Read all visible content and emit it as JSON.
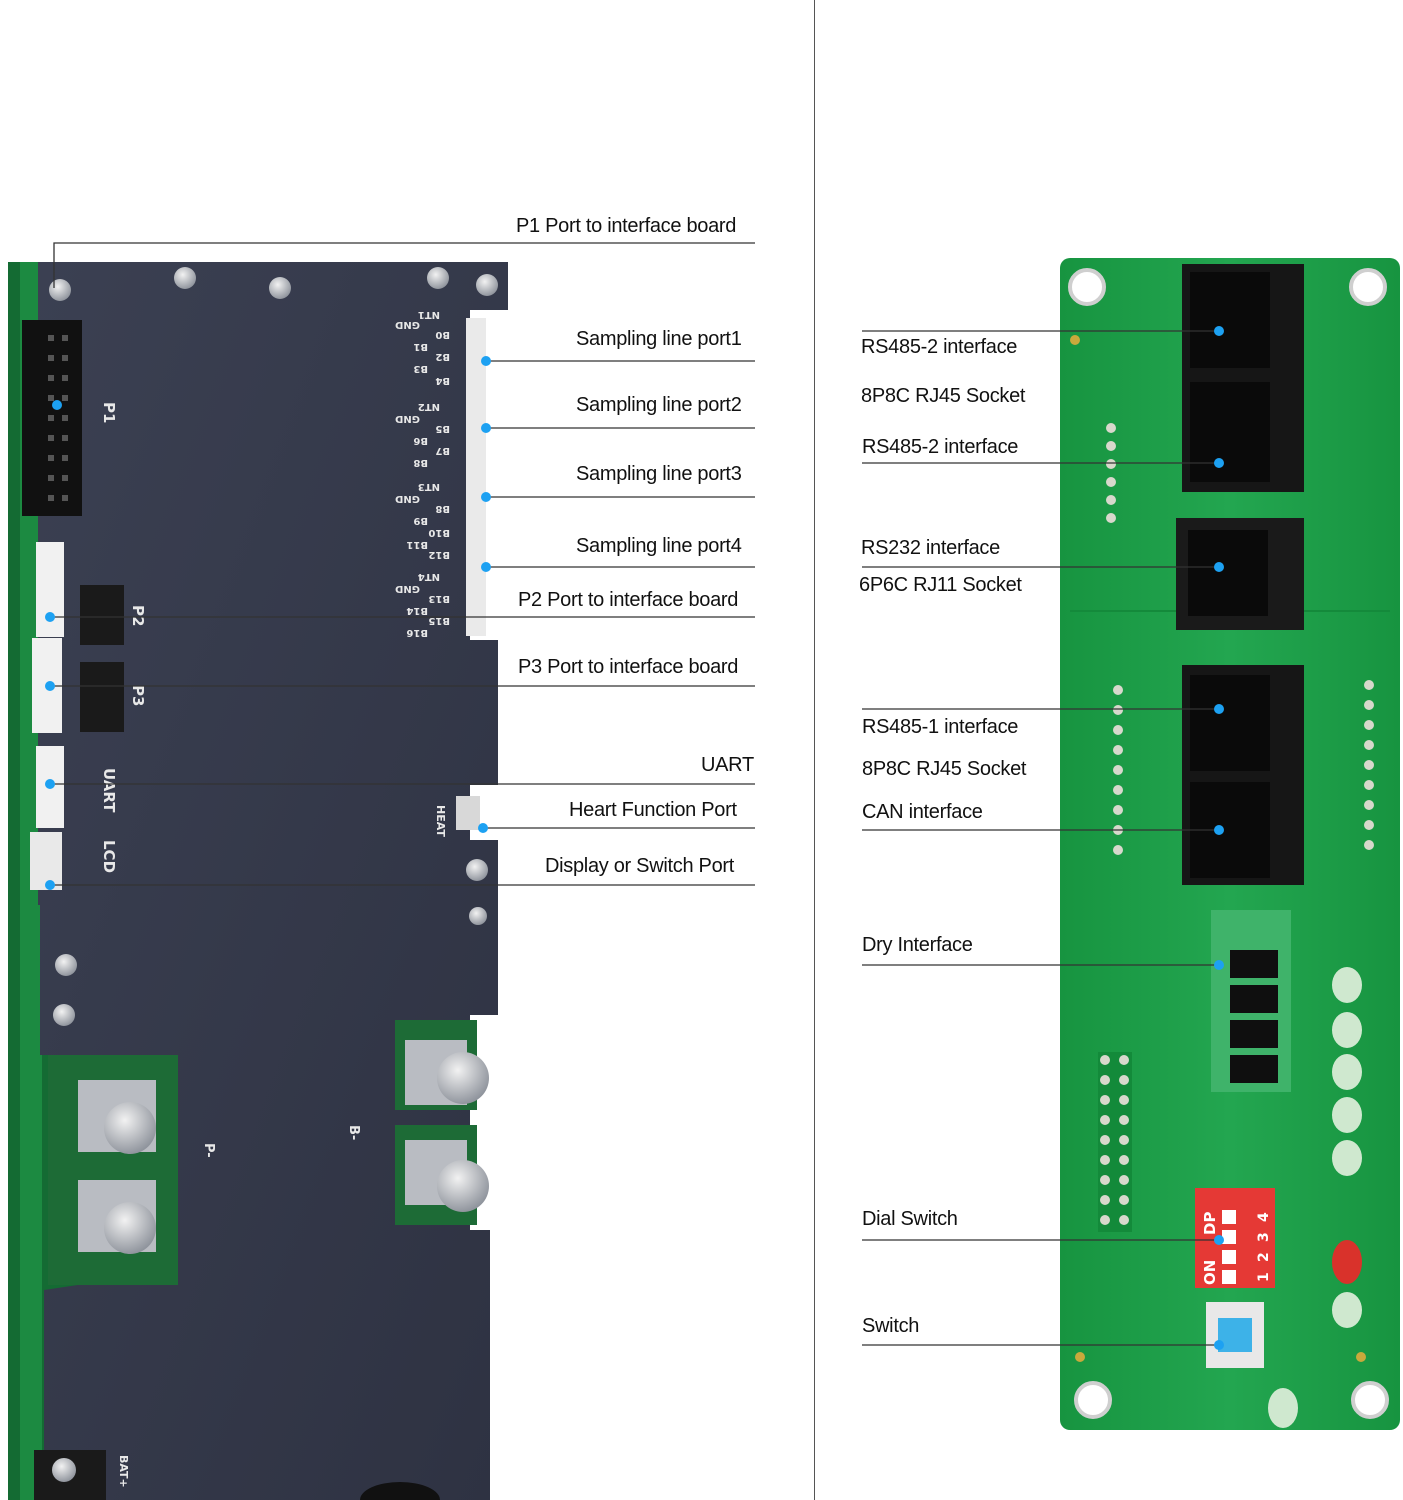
{
  "left_board": {
    "title": "BMS main board",
    "callouts": [
      {
        "id": "p1",
        "text": "P1 Port to interface board"
      },
      {
        "id": "s1",
        "text": "Sampling line port1"
      },
      {
        "id": "s2",
        "text": "Sampling line port2"
      },
      {
        "id": "s3",
        "text": "Sampling line port3"
      },
      {
        "id": "s4",
        "text": "Sampling line port4"
      },
      {
        "id": "p2",
        "text": "P2 Port to interface board"
      },
      {
        "id": "p3",
        "text": "P3 Port to interface board"
      },
      {
        "id": "uart",
        "text": "UART"
      },
      {
        "id": "heat",
        "text": "Heart Function Port"
      },
      {
        "id": "lcd",
        "text": "Display or Switch Port"
      }
    ],
    "silkscreen": {
      "p1": "P1",
      "p2": "P2",
      "p3": "P3",
      "uart": "UART",
      "lcd": "LCD",
      "heat": "HEAT",
      "p_minus": "P-",
      "b_minus": "B-",
      "bat_plus": "BAT+",
      "pins": [
        "NT1",
        "GND",
        "B0",
        "B1",
        "B2",
        "B3",
        "B4",
        "NT2",
        "GND",
        "B5",
        "B6",
        "B7",
        "B8",
        "NT3",
        "GND",
        "B8",
        "B9",
        "B10",
        "B11",
        "B12",
        "NT4",
        "GND",
        "B13",
        "B14",
        "B15",
        "B16"
      ]
    }
  },
  "right_board": {
    "callouts": [
      {
        "id": "rs485_2a",
        "text": "RS485-2 interface"
      },
      {
        "id": "rj45_a",
        "text": "8P8C RJ45 Socket"
      },
      {
        "id": "rs485_2b",
        "text": "RS485-2 interface"
      },
      {
        "id": "rs232",
        "text": "RS232 interface"
      },
      {
        "id": "rj11",
        "text": "6P6C RJ11 Socket"
      },
      {
        "id": "rs485_1",
        "text": "RS485-1 interface"
      },
      {
        "id": "rj45_b",
        "text": "8P8C RJ45 Socket"
      },
      {
        "id": "can",
        "text": "CAN interface"
      },
      {
        "id": "dry",
        "text": "Dry Interface"
      },
      {
        "id": "dial",
        "text": "Dial Switch"
      },
      {
        "id": "switch",
        "text": "Switch"
      }
    ],
    "silkscreen": {
      "on": "ON",
      "dp": "DP",
      "dip_numbers": [
        "1",
        "2",
        "3",
        "4"
      ]
    }
  },
  "colors": {
    "pcb_green": "#1f9a46",
    "cover": "#353a4a",
    "marker": "#1da1f2",
    "leader": "#333333"
  }
}
